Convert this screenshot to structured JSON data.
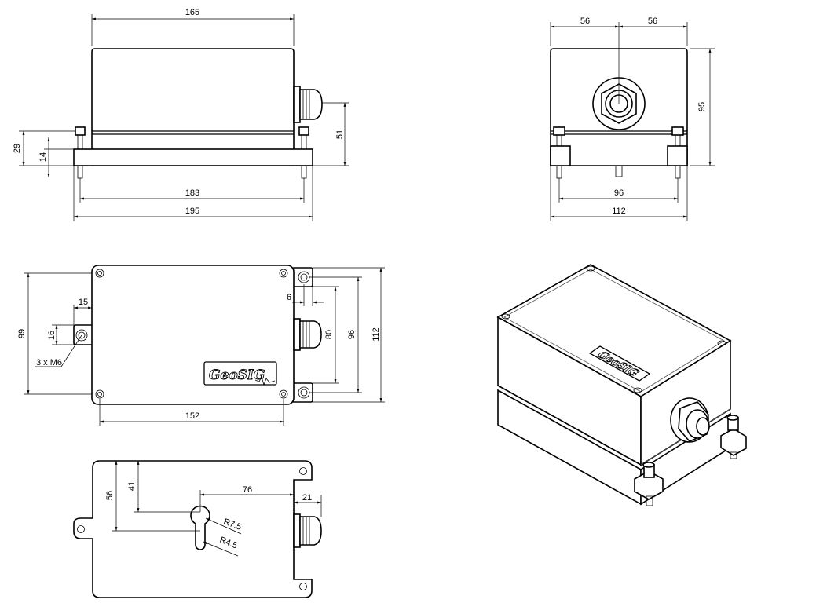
{
  "front": {
    "width_top": "165",
    "height_box": "29",
    "height_base": "14",
    "height_gland": "51",
    "bolt_spacing": "183",
    "total_width": "195"
  },
  "side": {
    "left_half": "56",
    "right_half": "56",
    "height": "95",
    "bolt_spacing": "96",
    "total_width": "112"
  },
  "top": {
    "height_99": "99",
    "offset_15": "15",
    "slot_16": "16",
    "screws": "3 x M6",
    "offset_6": "6",
    "d80": "80",
    "d96": "96",
    "d112": "112",
    "hole_spacing": "152",
    "logo": "GeoSIG"
  },
  "bottom": {
    "d56": "56",
    "d41": "41",
    "d76": "76",
    "d21": "21",
    "r75": "R7.5",
    "r45": "R4.5"
  },
  "iso": {
    "logo": "GeoSIG"
  }
}
